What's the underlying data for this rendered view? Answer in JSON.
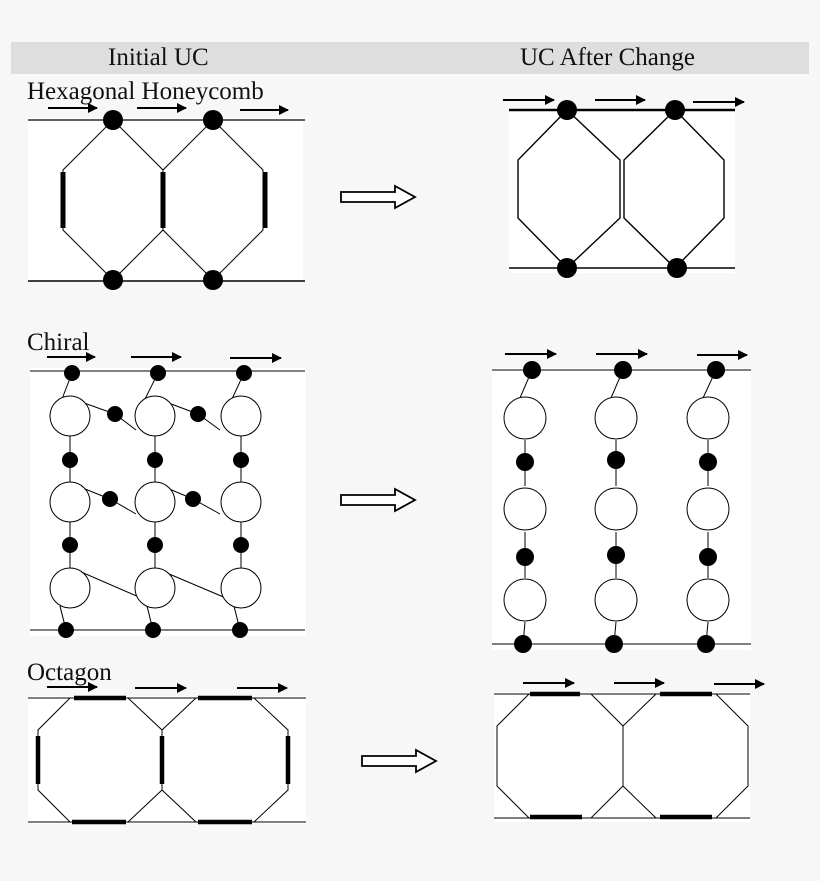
{
  "header": {
    "left_title": "Initial UC",
    "right_title": "UC After Change"
  },
  "sections": [
    {
      "label": "Hexagonal Honeycomb"
    },
    {
      "label": "Chiral"
    },
    {
      "label": "Octagon"
    }
  ],
  "colors": {
    "background": "#f7f7f7",
    "header_bar": "#dedede",
    "panel": "#ffffff",
    "ink": "#000000"
  },
  "icons": [
    "arrow-right-icon",
    "hollow-arrow-right-icon"
  ]
}
